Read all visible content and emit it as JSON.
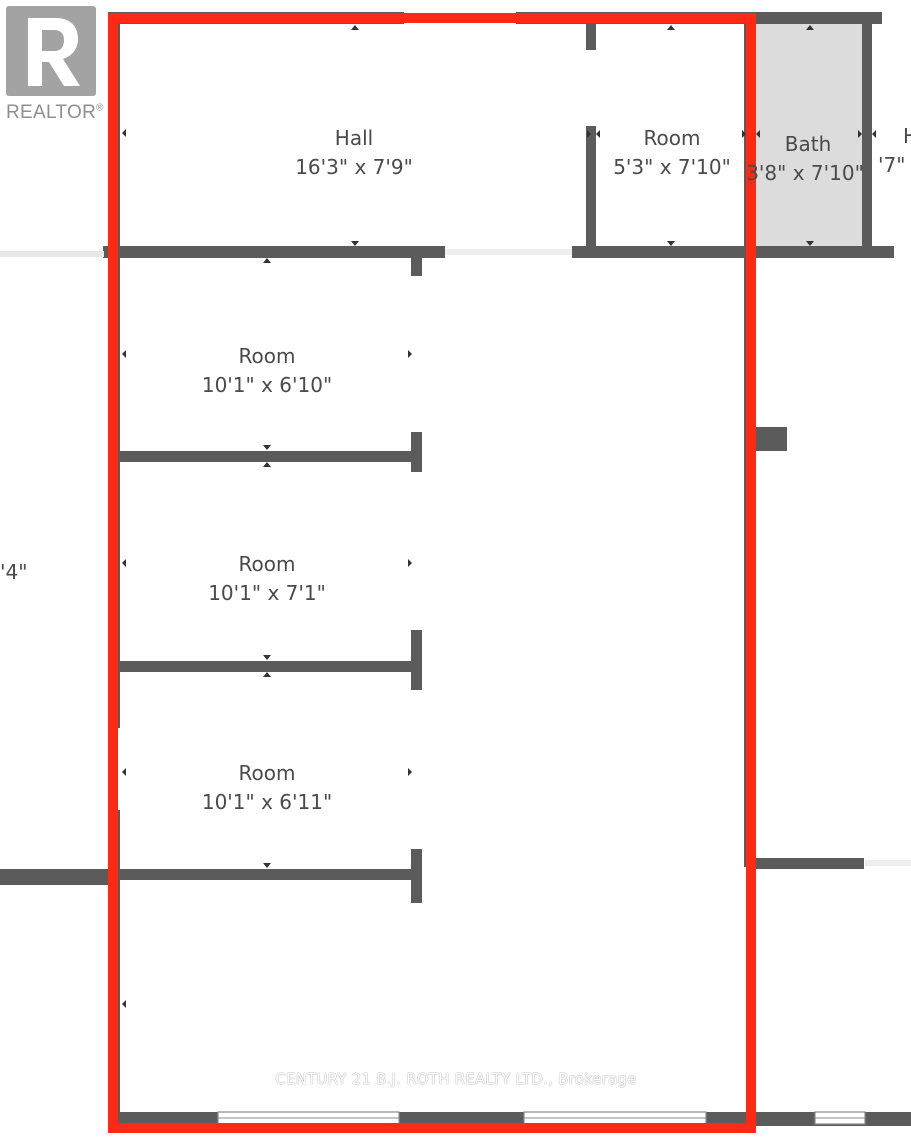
{
  "brand": {
    "logo_text": "REALTOR",
    "registered_mark": "®"
  },
  "rooms": [
    {
      "name": "Hall",
      "dims": "16'3\" x 7'9\""
    },
    {
      "name": "Room",
      "dims": "5'3\" x 7'10\""
    },
    {
      "name": "Bath",
      "dims": "3'8\" x 7'10\""
    },
    {
      "name": "Room",
      "dims": "10'1\" x 6'10\""
    },
    {
      "name": "Room",
      "dims": "10'1\" x 7'1\""
    },
    {
      "name": "Room",
      "dims": "10'1\" x 6'11\""
    }
  ],
  "edge_fragments": {
    "right_top_letter": "H",
    "right_dims": "'7\"",
    "left_dims": "'4\""
  },
  "watermark": "CENTURY 21 B.J. ROTH REALTY LTD., Brokerage",
  "colors": {
    "highlight_outline": "#ff2a14",
    "wall": "#5b5b5b",
    "bath_fill": "#dcdcdc",
    "text": "#4a4a4a"
  }
}
